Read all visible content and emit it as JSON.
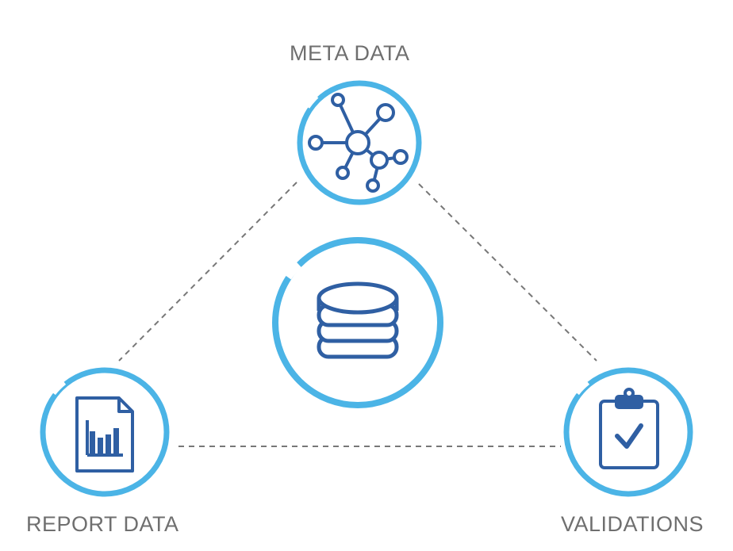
{
  "diagram": {
    "center_icon": "database-icon",
    "nodes": [
      {
        "id": "meta",
        "label": "META DATA",
        "icon": "network-icon"
      },
      {
        "id": "report",
        "label": "REPORT DATA",
        "icon": "report-chart-icon"
      },
      {
        "id": "validations",
        "label": "VALIDATIONS",
        "icon": "clipboard-check-icon"
      }
    ],
    "edges": [
      {
        "from": "meta",
        "to": "report",
        "style": "dashed"
      },
      {
        "from": "meta",
        "to": "validations",
        "style": "dashed"
      },
      {
        "from": "report",
        "to": "validations",
        "style": "dashed"
      }
    ]
  },
  "colors": {
    "ring": "#4bb4e6",
    "icon": "#2f5fa3",
    "dash": "#777777",
    "label": "#6f6f6f"
  }
}
